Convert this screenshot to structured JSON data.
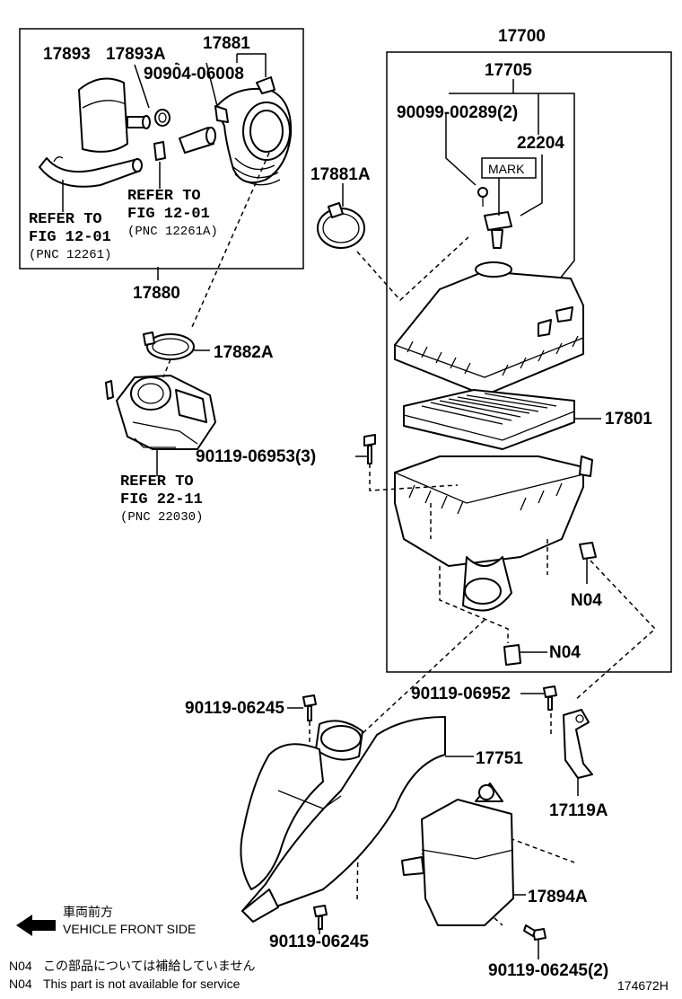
{
  "labels": {
    "p17700": "17700",
    "p17705": "17705",
    "p90099": "90099-00289(2)",
    "p22204": "22204",
    "mark": "MARK",
    "p17893": "17893",
    "p17893a": "17893A",
    "p17881": "17881",
    "p90904": "90904-06008",
    "p17881a": "17881A",
    "p17880": "17880",
    "p17882a": "17882A",
    "p17801": "17801",
    "p90119_06953": "90119-06953(3)",
    "n04_a": "N04",
    "n04_b": "N04",
    "p90119_06952": "90119-06952",
    "p90119_06245_a": "90119-06245",
    "p17751": "17751",
    "p17119a": "17119A",
    "p17894a": "17894A",
    "p90119_06245_b": "90119-06245",
    "p90119_06245_c": "90119-06245(2)"
  },
  "refs": {
    "r1": {
      "line1": "REFER TO",
      "line2": "FIG 12-01",
      "pnc": "(PNC 12261)"
    },
    "r2": {
      "line1": "REFER TO",
      "line2": "FIG 12-01",
      "pnc": "(PNC 12261A)"
    },
    "r3": {
      "line1": "REFER TO",
      "line2": "FIG 22-11",
      "pnc": "(PNC 22030)"
    }
  },
  "direction": {
    "line1": "車両前方",
    "line2": "VEHICLE FRONT SIDE"
  },
  "notes": [
    {
      "code": "N04",
      "text": "この部品については補給していません"
    },
    {
      "code": "N04",
      "text": "This part is not available for service"
    }
  ],
  "figure_id": "174672H"
}
